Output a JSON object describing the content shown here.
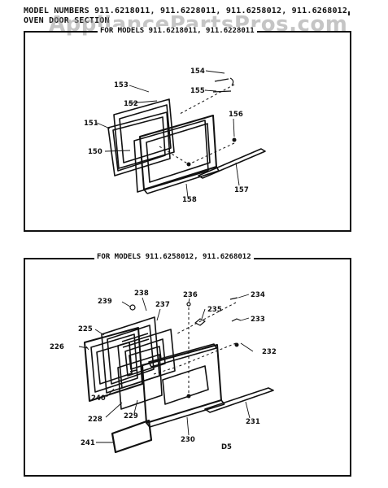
{
  "header": {
    "line1": "MODEL NUMBERS  911.6218011, 911.6228011, 911.6258012, 911.6268012",
    "line2": "OVEN DOOR SECTION"
  },
  "watermark": "AppliancePartsPros.com",
  "section1": {
    "caption": "FOR MODELS 911.6218011, 911.6228011",
    "labels": [
      "151",
      "150",
      "153",
      "152",
      "154",
      "155",
      "156",
      "157",
      "158"
    ]
  },
  "section2": {
    "caption": "FOR MODELS 911.6258012, 911.6268012",
    "labels": [
      "238",
      "239",
      "237",
      "236",
      "235",
      "234",
      "233",
      "225",
      "232",
      "226",
      "240",
      "229",
      "231",
      "228",
      "230",
      "241"
    ],
    "footer_code": "D5"
  }
}
